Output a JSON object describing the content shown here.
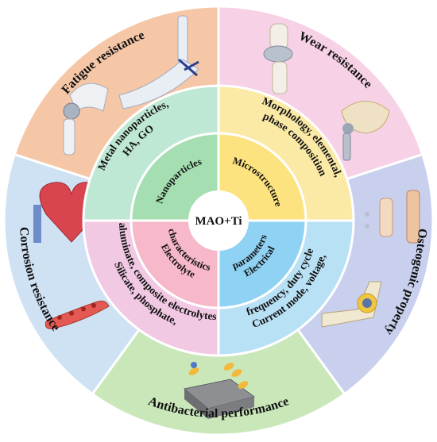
{
  "center": {
    "label": "MAO+Ti"
  },
  "outer_ring": {
    "segments": [
      {
        "label": "Wear resistance",
        "color": "#f7d2e6",
        "icons": [
          "knee-implant-icon",
          "hip-implant-icon"
        ]
      },
      {
        "label": "Osteogenic property",
        "color": "#c8d0ee",
        "icons": [
          "bone-growth-icon",
          "elbow-joint-icon"
        ]
      },
      {
        "label": "Antibacterial performance",
        "color": "#c9e7b9",
        "icons": [
          "bacteria-coated-surface-icon"
        ]
      },
      {
        "label": "Corrosion resistance",
        "color": "#cfe2f4",
        "icons": [
          "heart-icon",
          "blood-vessel-stent-icon"
        ]
      },
      {
        "label": "Fatigue resistance",
        "color": "#f6c7a6",
        "icons": [
          "ankle-foot-implant-icon",
          "shoulder-implant-icon"
        ]
      }
    ]
  },
  "middle_ring": {
    "quadrants": [
      {
        "label_lines": [
          "Morphology, elemental,",
          "phase composition"
        ],
        "color": "#fbe9a6"
      },
      {
        "label_lines": [
          "Current mode, voltage,",
          "frequency, duty cycle"
        ],
        "color": "#b9e1f5"
      },
      {
        "label_lines": [
          "Silicate, phosphate,",
          "aluminate, composite electrolytes"
        ],
        "color": "#f1c9e3"
      },
      {
        "label_lines": [
          "Metal nanoparticles,",
          "HA, GO"
        ],
        "color": "#bfe8d4"
      }
    ]
  },
  "inner_ring": {
    "quadrants": [
      {
        "label_lines": [
          "Microstructure"
        ],
        "color": "#fde37f"
      },
      {
        "label_lines": [
          "Electrical",
          "parameters"
        ],
        "color": "#8fd2f3"
      },
      {
        "label_lines": [
          "Electrolyte",
          "characteristics"
        ],
        "color": "#f7b8c9"
      },
      {
        "label_lines": [
          "Nanoparticles"
        ],
        "color": "#a5dfb1"
      }
    ]
  }
}
